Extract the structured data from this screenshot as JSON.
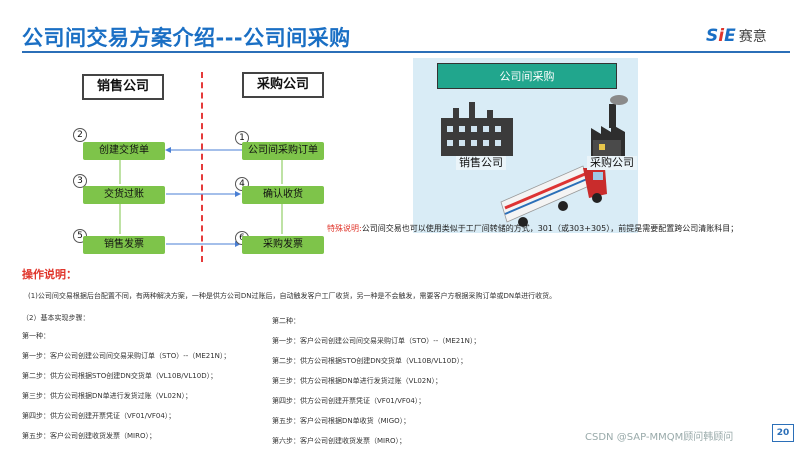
{
  "title": "公司间交易方案介绍---公司间采购",
  "logo": {
    "prefix": "S",
    "i": "i",
    "suffix": "E",
    "cn": "赛意"
  },
  "columns": {
    "sales": "销售公司",
    "purchase": "采购公司"
  },
  "sales_steps": [
    {
      "num": "2",
      "label": "创建交货单"
    },
    {
      "num": "3",
      "label": "交货过账"
    },
    {
      "num": "5",
      "label": "销售发票"
    }
  ],
  "purchase_steps": [
    {
      "num": "1",
      "label": "公司间采购订单"
    },
    {
      "num": "4",
      "label": "确认收货"
    },
    {
      "num": "6",
      "label": "采购发票"
    }
  ],
  "diagram": {
    "header": "公司间采购",
    "left_label": "销售公司",
    "right_label": "采购公司"
  },
  "note": {
    "prefix": "特殊说明:",
    "text": "公司间交易也可以使用类似于工厂间转储的方式，301（或303+305），前提是需要配置跨公司清账科目；"
  },
  "ops_title": "操作说明：",
  "para1": "(1)公司间交易根据后台配置不同，有两种解决方案，一种是供方公司DN过账后，自动触发客户工厂收货，另一种是不会触发，需要客户方根据采购订单或DN单进行收货。",
  "para2": "（2）基本实现步骤：",
  "method1": {
    "title": "第一种：",
    "steps": [
      "第一步：客户公司创建公司间交易采购订单（STO）--（ME21N）；",
      "第二步：供方公司根据STO创建DN交货单（VL10B/VL10D）；",
      "第三步：供方公司根据DN单进行发货过账（VL02N）；",
      "第四步：供方公司创建开票凭证（VF01/VF04）；",
      "第五步：客户公司创建收货发票（MIRO）；"
    ]
  },
  "method2": {
    "title": "第二种：",
    "steps": [
      "第一步：客户公司创建公司间交易采购订单（STO）--（ME21N）；",
      "第二步：供方公司根据STO创建DN交货单（VL10B/VL10D）；",
      "第三步：供方公司根据DN单进行发货过账（VL02N）；",
      "第四步：供方公司创建开票凭证（VF01/VF04）；",
      "第五步：客户公司根据DN单收货（MIGO）；",
      "第六步：客户公司创建收货发票（MIRO）；"
    ]
  },
  "watermark": "CSDN @SAP-MMQM顾问韩顾问",
  "page_number": "20",
  "colors": {
    "title_blue": "#1a6fc4",
    "step_green": "#7ec44a",
    "accent_red": "#e0352b",
    "diagram_teal": "#21a68d",
    "diagram_bg": "#d9ecf6"
  }
}
